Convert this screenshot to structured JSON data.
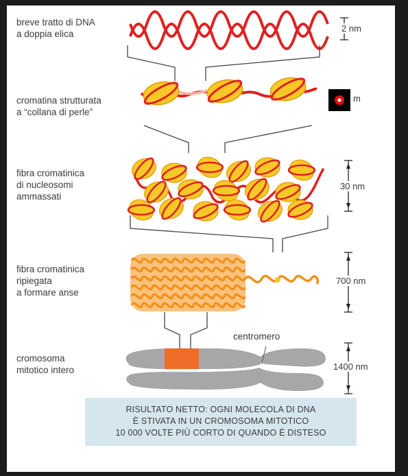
{
  "levels": [
    {
      "label": "breve tratto di DNA\na doppia elica",
      "scale": "2 nm"
    },
    {
      "label": "cromatina strutturata\na “collana di perle”",
      "scale": "m"
    },
    {
      "label": "fibra cromatinica\ndi nucleosomi\nammassati",
      "scale": "30 nm"
    },
    {
      "label": "fibra cromatinica\nripiegata\na formare anse",
      "scale": "700 nm"
    },
    {
      "label": "cromosoma\nmitotico intero",
      "scale": "1400 nm"
    }
  ],
  "centromere_label": "centromero",
  "banner": {
    "line1": "RISULTATO NETTO: OGNI MOLECOLA DI DNA",
    "line2": "È STIVATA IN UN CROMOSOMA MITOTICO",
    "line3": "10 000 VOLTE PIÙ CORTO DI QUANDO È DISTESO"
  },
  "colors": {
    "dna_red": "#e02020",
    "nucleosome_yellow": "#f7c928",
    "loop_orange": "#f39019",
    "chromosome_gray": "#a7a7a7",
    "banner_bg": "#d5e6ee"
  },
  "icons": [
    "play-indicator-icon"
  ]
}
